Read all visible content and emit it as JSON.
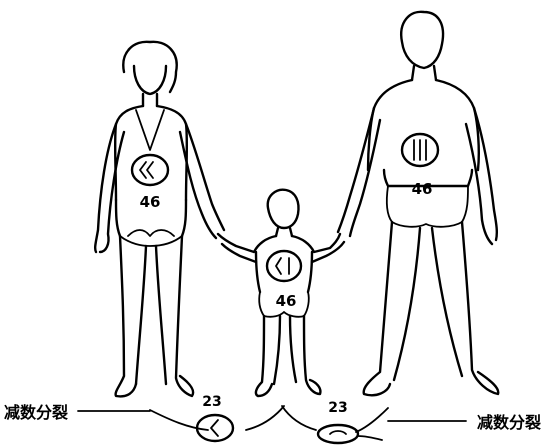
{
  "mother": {
    "chromosome_count": "46"
  },
  "father": {
    "chromosome_count": "46"
  },
  "child": {
    "chromosome_count": "46"
  },
  "gametes": {
    "left": {
      "chromosome_count": "23",
      "label": "减数分裂"
    },
    "right": {
      "chromosome_count": "23",
      "label": "减数分裂"
    }
  }
}
